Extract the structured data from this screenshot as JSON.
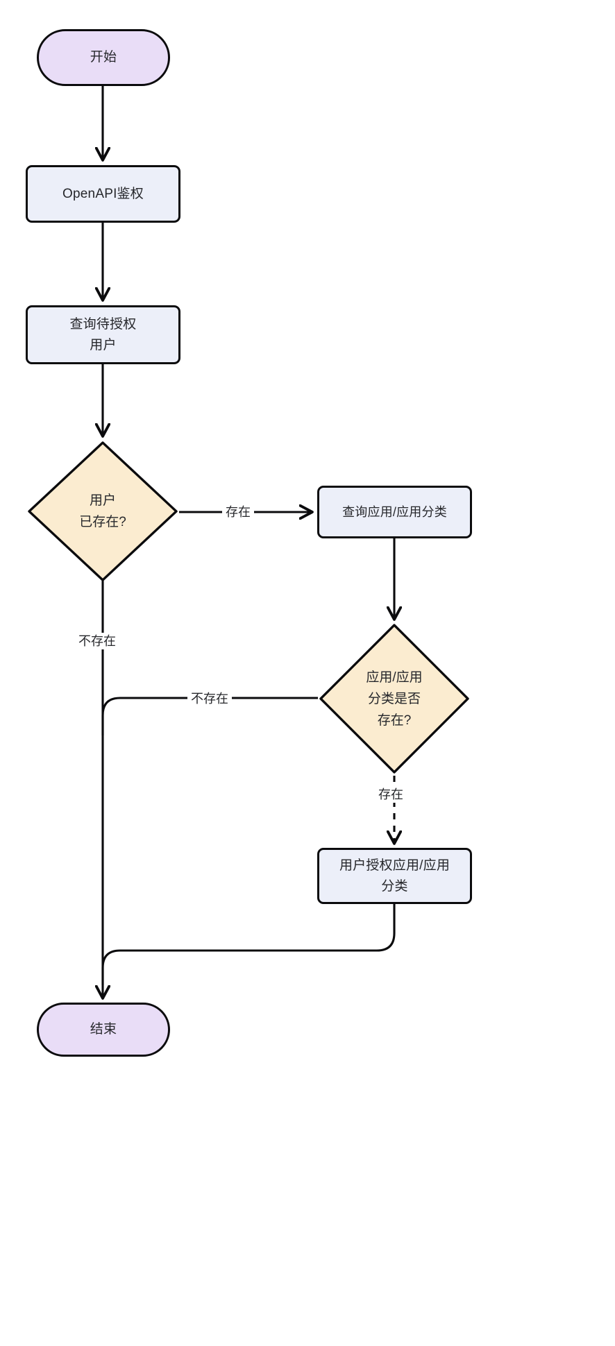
{
  "diagram": {
    "type": "flowchart",
    "direction": "top-to-bottom",
    "title": "",
    "colors": {
      "terminal_fill": "#e9ddf7",
      "process_fill": "#eceff9",
      "decision_fill": "#fbecd0",
      "stroke": "#0b0b0d",
      "text": "#26272b",
      "background": "#ffffff"
    },
    "nodes": [
      {
        "id": "start",
        "shape": "stadium",
        "label": "开始"
      },
      {
        "id": "auth",
        "shape": "rect",
        "label": "OpenAPI鉴权"
      },
      {
        "id": "queryUser",
        "shape": "rect",
        "label": "查询待授权\n用户"
      },
      {
        "id": "userExists",
        "shape": "diamond",
        "label": "用户\n已存在?"
      },
      {
        "id": "queryApp",
        "shape": "rect",
        "label": "查询应用/应用分类"
      },
      {
        "id": "appExists",
        "shape": "diamond",
        "label": "应用/应用\n分类是否\n存在?"
      },
      {
        "id": "grant",
        "shape": "rect",
        "label": "用户授权应用/应用\n分类"
      },
      {
        "id": "end",
        "shape": "stadium",
        "label": "结束"
      }
    ],
    "edges": [
      {
        "id": "e1",
        "from": "start",
        "to": "auth",
        "label": "",
        "style": "solid"
      },
      {
        "id": "e2",
        "from": "auth",
        "to": "queryUser",
        "label": "",
        "style": "solid"
      },
      {
        "id": "e3",
        "from": "queryUser",
        "to": "userExists",
        "label": "",
        "style": "solid"
      },
      {
        "id": "e4",
        "from": "userExists",
        "to": "queryApp",
        "label": "存在",
        "style": "solid"
      },
      {
        "id": "e5",
        "from": "userExists",
        "to": "end",
        "label": "不存在",
        "style": "solid"
      },
      {
        "id": "e6",
        "from": "queryApp",
        "to": "appExists",
        "label": "",
        "style": "solid"
      },
      {
        "id": "e7",
        "from": "appExists",
        "to": "end",
        "label": "不存在",
        "style": "solid"
      },
      {
        "id": "e8",
        "from": "appExists",
        "to": "grant",
        "label": "存在",
        "style": "dashed"
      },
      {
        "id": "e9",
        "from": "grant",
        "to": "end",
        "label": "",
        "style": "solid"
      }
    ],
    "edge_labels": {
      "user_exists_yes": "存在",
      "user_exists_no": "不存在",
      "app_exists_no": "不存在",
      "app_exists_yes": "存在"
    }
  }
}
